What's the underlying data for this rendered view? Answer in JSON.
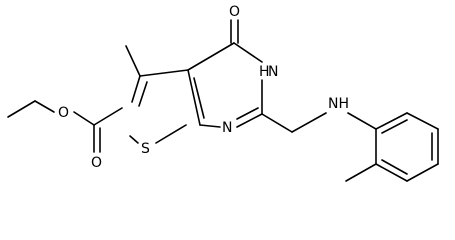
{
  "molecule": {
    "atoms": {
      "carbonyl_oxygen": "O",
      "ring_nh": "H",
      "ring_nh_n": "N",
      "pyrimidine_n": "N",
      "sulfur": "S",
      "amine": "NH",
      "ester_o_single": "O",
      "ester_o_double": "O"
    }
  }
}
